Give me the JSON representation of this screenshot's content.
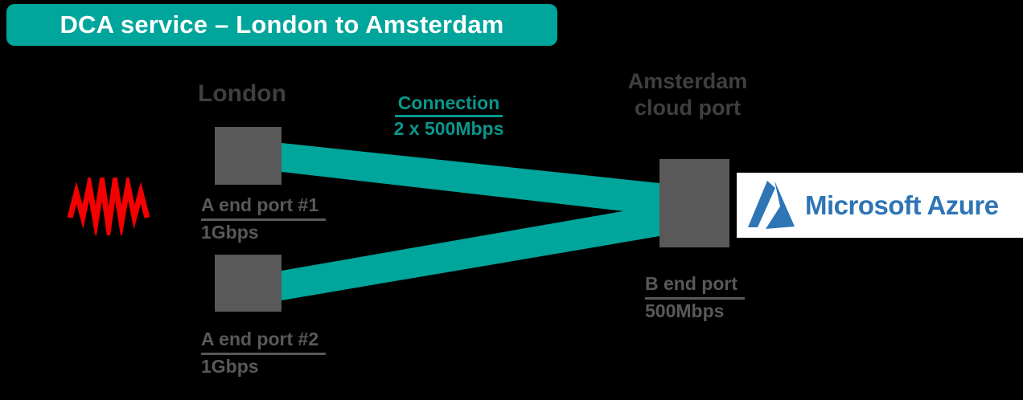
{
  "banner": {
    "title": "DCA service – London to Amsterdam",
    "bg_color": "#00A59B",
    "text_color": "#FFFFFF"
  },
  "nodes": {
    "london": {
      "label": "London"
    },
    "amsterdam": {
      "label_line1": "Amsterdam",
      "label_line2": "cloud port"
    }
  },
  "connection": {
    "label": "Connection",
    "capacity": "2 x 500Mbps",
    "link_count": 2,
    "link_color": "#00A59B",
    "label_color": "#0A968C"
  },
  "ports": {
    "a1": {
      "label": "A end port #1",
      "speed": "1Gbps"
    },
    "a2": {
      "label": "A end port #2",
      "speed": "1Gbps"
    },
    "b": {
      "label": "B end port",
      "speed": "500Mbps"
    }
  },
  "logos": {
    "colt": {
      "icon": "colt-zigzag-logo",
      "color": "#F40000"
    },
    "azure": {
      "label": "Microsoft Azure",
      "icon": "azure-a-mark",
      "text_color": "#2E75B6",
      "icon_color": "#2E75B6",
      "bg_color": "#FFFFFF"
    }
  },
  "canvas": {
    "bg_color": "#000000",
    "port_box_color": "#595959",
    "city_label_color": "#3F3F3F",
    "port_label_color": "#595959"
  }
}
